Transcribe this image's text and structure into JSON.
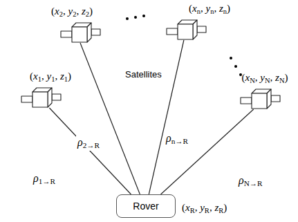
{
  "diagram": {
    "nodes": [
      {
        "text": [
          "(x1, y1, z1)"
        ]
      },
      {
        "text": [
          "(x2, y2, z2)"
        ]
      },
      {
        "text": [
          "(xn, yn, zn)"
        ]
      },
      {
        "text": [
          "(xN, yN, zN)"
        ]
      },
      {
        "text": [
          "Rover",
          "(xR, yR, zR)"
        ]
      }
    ],
    "edges": [
      {
        "from": 0,
        "to": 4,
        "arrow": "none",
        "label": "ρ1→R"
      },
      {
        "from": 1,
        "to": 4,
        "arrow": "none",
        "label": "ρ2→R"
      },
      {
        "from": 2,
        "to": 4,
        "arrow": "none",
        "label": "ρn→R"
      },
      {
        "from": 3,
        "to": 4,
        "arrow": "none",
        "label": "ρN→R"
      }
    ],
    "labels": [
      "Satellites"
    ]
  }
}
